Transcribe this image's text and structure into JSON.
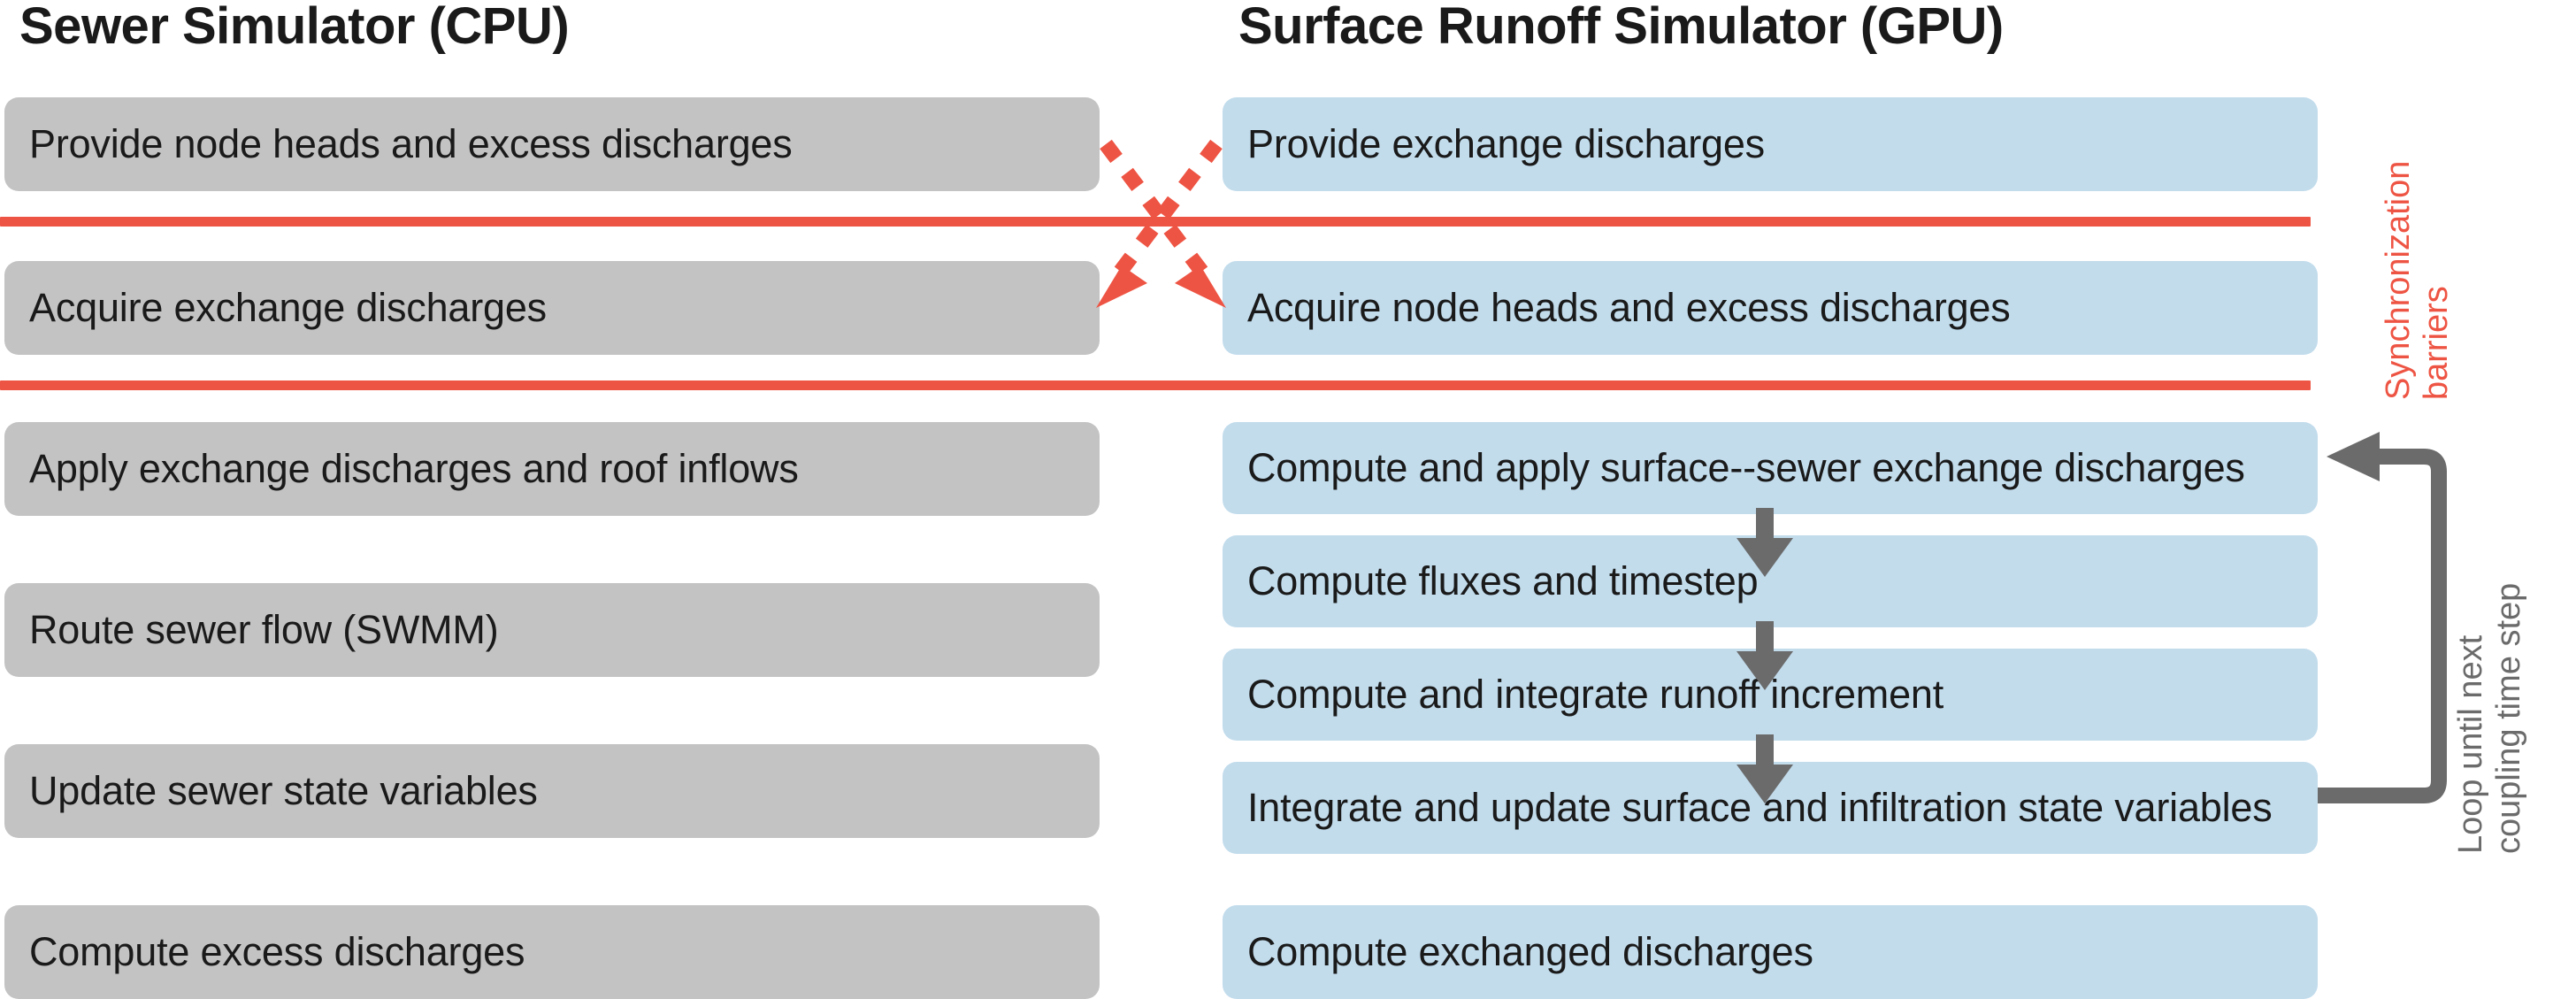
{
  "diagram": {
    "title_hidden": "Coupled sewer and surface runoff simulator coupling scheme",
    "columns": [
      {
        "id": "cpu",
        "header": "Sewer Simulator (CPU)",
        "color": "#c3c3c3",
        "steps": [
          "Provide node heads and excess discharges",
          "Acquire exchange discharges",
          "Apply exchange discharges and roof inflows",
          "Route sewer flow (SWMM)",
          "Update sewer state variables",
          "Compute excess discharges"
        ]
      },
      {
        "id": "gpu",
        "header": "Surface Runoff Simulator (GPU)",
        "color": "#c2dcec",
        "steps": [
          "Provide exchange discharges",
          "Acquire node heads and excess discharges",
          "Compute and apply surface--sewer exchange discharges",
          "Compute fluxes and timestep",
          "Compute and integrate runoff increment",
          "Integrate and update surface and infiltration state variables",
          "Compute exchanged discharges"
        ]
      }
    ],
    "annotations": {
      "sync_barriers": {
        "line1": "Synchronization",
        "line2": "barriers",
        "color": "#ee5443"
      },
      "loop": {
        "line1": "Loop until next",
        "line2": "coupling time step",
        "color": "#6b6b6b"
      }
    },
    "connectors": {
      "exchange_arrow_color": "#ee5443",
      "flow_arrow_color": "#6b6b6b",
      "cross_arrows": [
        "cpu-provide-to-gpu-acquire",
        "gpu-provide-to-cpu-acquire"
      ],
      "vertical_flow_arrows": 3,
      "loop_back_arrow": "last-gpu-state-box-to-first-gpu-loop-box"
    },
    "barriers": {
      "count": 2
    }
  }
}
